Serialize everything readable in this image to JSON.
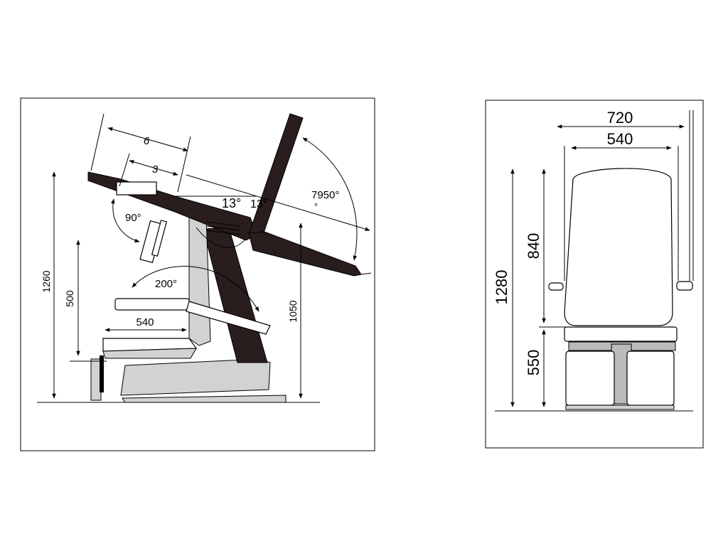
{
  "side_view": {
    "dim_armrest_long": "6",
    "dim_armrest_short": "3",
    "angle_top_left": "13°",
    "angle_top_right": "13°",
    "angle_backrest": "7950°",
    "angle_backrest_suffix": "°",
    "angle_headrest": "90°",
    "angle_legrest": "200°",
    "dim_seat_depth": "540",
    "dim_total_height": "1260",
    "dim_seat_height": "500",
    "dim_backrest_height": "1050"
  },
  "front_view": {
    "dim_outer_width": "720",
    "dim_inner_width": "540",
    "dim_total_height": "1280",
    "dim_backrest_height": "840",
    "dim_seat_height": "550"
  }
}
